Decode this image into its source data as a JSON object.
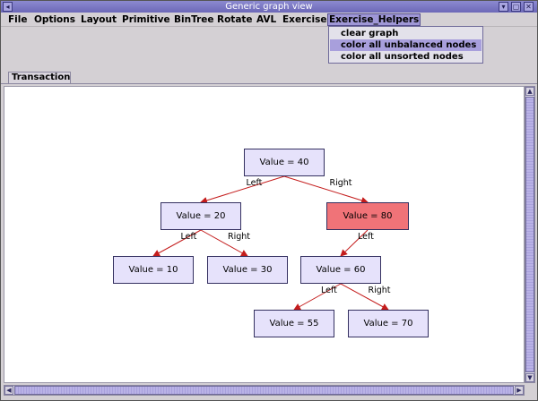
{
  "window": {
    "title": "Generic graph view",
    "buttons": {
      "system": "◂",
      "minimize": "▾",
      "maximize": "▢",
      "close": "✕"
    }
  },
  "menubar": {
    "items": [
      "File",
      "Options",
      "Layout",
      "Primitive",
      "BinTree",
      "Rotate",
      "AVL",
      "Exercise",
      "Exercise_Helpers"
    ],
    "active": "Exercise_Helpers"
  },
  "dropdown": {
    "items": [
      "clear graph",
      "color all unbalanced nodes",
      "color all unsorted nodes"
    ],
    "highlighted": "color all unbalanced nodes"
  },
  "tabs": {
    "active": "Transaction"
  },
  "graph": {
    "nodes": [
      {
        "id": "n40",
        "label": "Value = 40",
        "unbalanced": false
      },
      {
        "id": "n20",
        "label": "Value = 20",
        "unbalanced": false
      },
      {
        "id": "n80",
        "label": "Value = 80",
        "unbalanced": true
      },
      {
        "id": "n10",
        "label": "Value = 10",
        "unbalanced": false
      },
      {
        "id": "n30",
        "label": "Value = 30",
        "unbalanced": false
      },
      {
        "id": "n60",
        "label": "Value = 60",
        "unbalanced": false
      },
      {
        "id": "n55",
        "label": "Value = 55",
        "unbalanced": false
      },
      {
        "id": "n70",
        "label": "Value = 70",
        "unbalanced": false
      }
    ],
    "edges": [
      {
        "from": "n40",
        "to": "n20",
        "label": "Left"
      },
      {
        "from": "n40",
        "to": "n80",
        "label": "Right"
      },
      {
        "from": "n20",
        "to": "n10",
        "label": "Left"
      },
      {
        "from": "n20",
        "to": "n30",
        "label": "Right"
      },
      {
        "from": "n80",
        "to": "n60",
        "label": "Left"
      },
      {
        "from": "n60",
        "to": "n55",
        "label": "Left"
      },
      {
        "from": "n60",
        "to": "n70",
        "label": "Right"
      }
    ]
  },
  "colors": {
    "node_fill": "#e6e2fb",
    "unbalanced_fill": "#f07378",
    "edge": "#c41c1c",
    "accent": "#9f97d6"
  }
}
